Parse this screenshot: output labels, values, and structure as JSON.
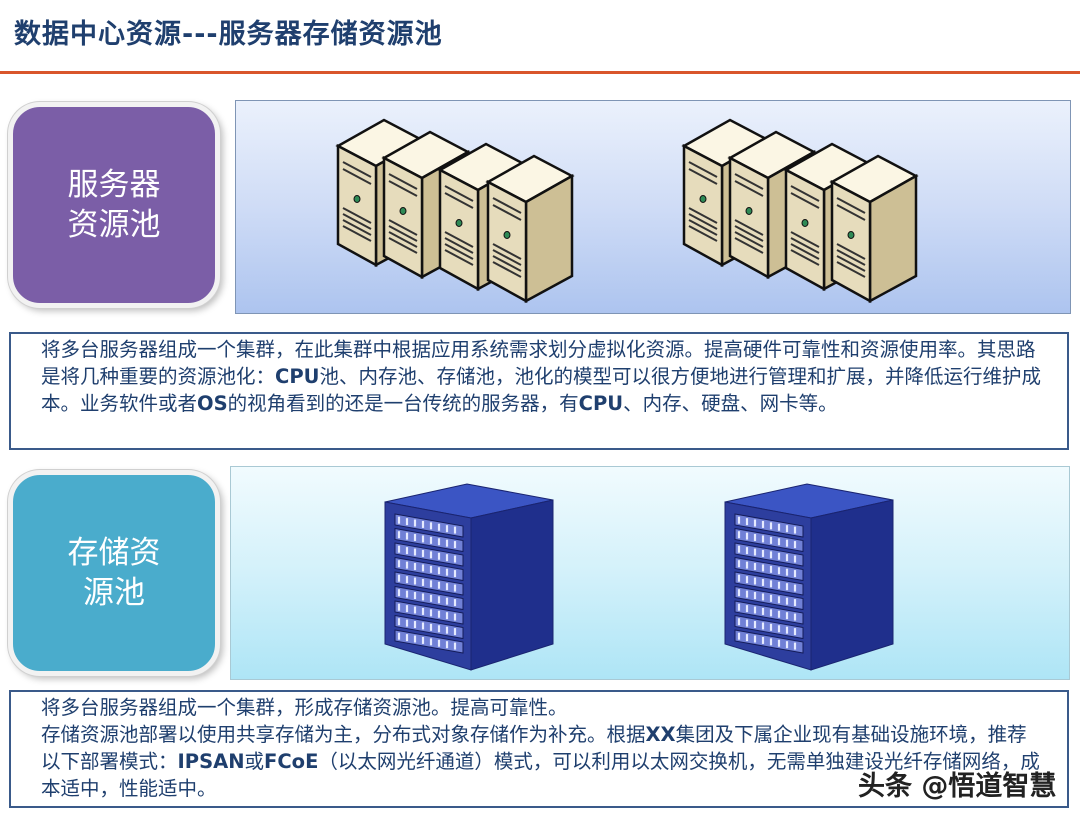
{
  "title": "数据中心资源---服务器存储资源池",
  "server_pool": {
    "label": "服务器资源池",
    "description": [
      {
        "text": "将多台服务器组成一个集群，在此集群中根据应用系统需求划分虚拟化资源。提高硬件可靠性和资源使用率。其思路是将几种重要的资源池化："
      },
      {
        "text": "CPU",
        "bold": true
      },
      {
        "text": "池、内存池、存储池，池化的模型可以很方便地进行管理和扩展，并降低运行维护成本。业务软件或者"
      },
      {
        "text": "OS",
        "bold": true
      },
      {
        "text": "的视角看到的还是一台传统的服务器，有"
      },
      {
        "text": "CPU",
        "bold": true
      },
      {
        "text": "、内存、硬盘、网卡等。"
      }
    ]
  },
  "storage_pool": {
    "label": "存储资源池",
    "description_line1": "将多台服务器组成一个集群，形成存储资源池。提高可靠性。",
    "description_line2": [
      {
        "text": "存储资源池部署以使用共享存储为主，分布式对象存储作为补充。根据"
      },
      {
        "text": "XX",
        "bold": true
      },
      {
        "text": "集团及下属企业现有基础设施环境，推荐以下部署模式："
      },
      {
        "text": "IPSAN",
        "bold": true
      },
      {
        "text": "或"
      },
      {
        "text": "FCoE",
        "bold": true
      },
      {
        "text": "（以太网光纤通道）模式，可以利用以太网交换机，无需单独建设光纤存储网络，成本适中，性能适中。"
      }
    ]
  },
  "watermark": "头条 @悟道智慧",
  "colors": {
    "server_label_bg": "#7b5ea7",
    "storage_label_bg": "#4aaccc",
    "title_color": "#1f3f6e",
    "title_rule": "#d9562b",
    "rack_blue": "#2d3e9e"
  }
}
